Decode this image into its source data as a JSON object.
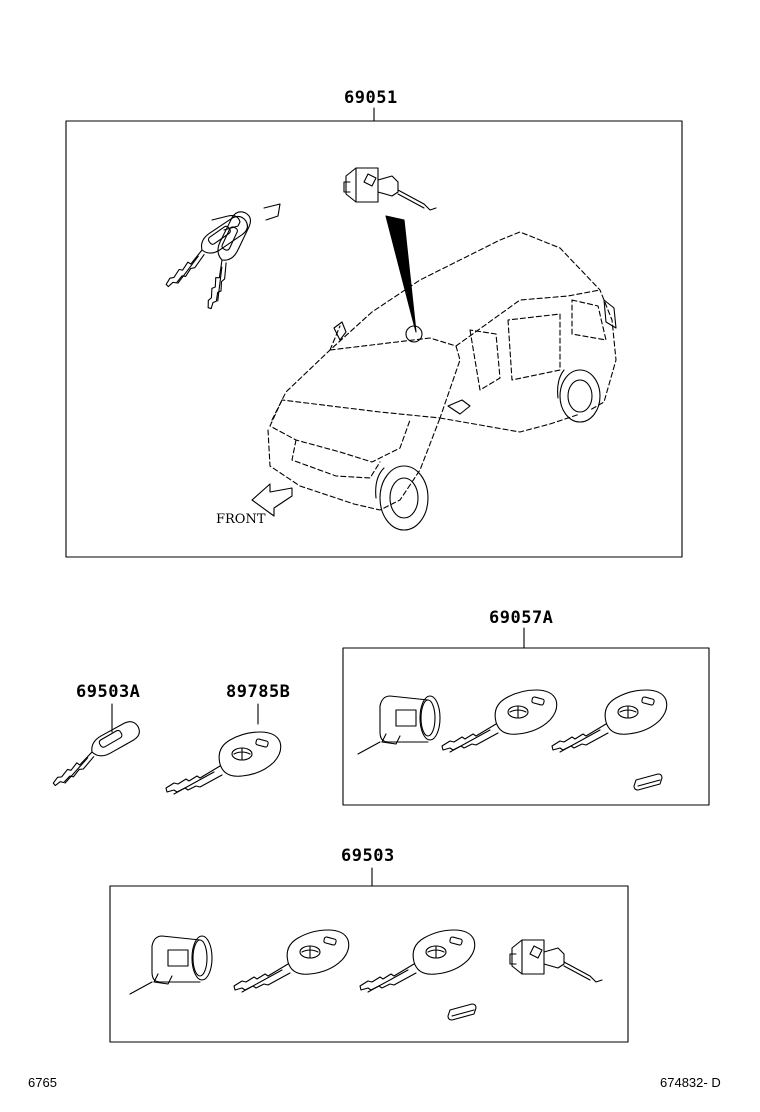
{
  "diagram": {
    "groups": [
      {
        "part_number": "69051"
      },
      {
        "part_number": "69057A"
      },
      {
        "part_number": "69503"
      }
    ],
    "single_parts": [
      {
        "part_number": "69503A"
      },
      {
        "part_number": "89785B"
      }
    ],
    "front_label": "FRONT"
  },
  "footer": {
    "left_code": "6765",
    "right_code": "674832- D"
  },
  "colors": {
    "line": "#000000",
    "background": "#ffffff"
  },
  "icons": [
    "key-icon",
    "transponder-key-icon",
    "lock-cylinder-icon",
    "ignition-switch-icon",
    "transponder-chip-icon",
    "vehicle-icon",
    "front-arrow-icon"
  ]
}
